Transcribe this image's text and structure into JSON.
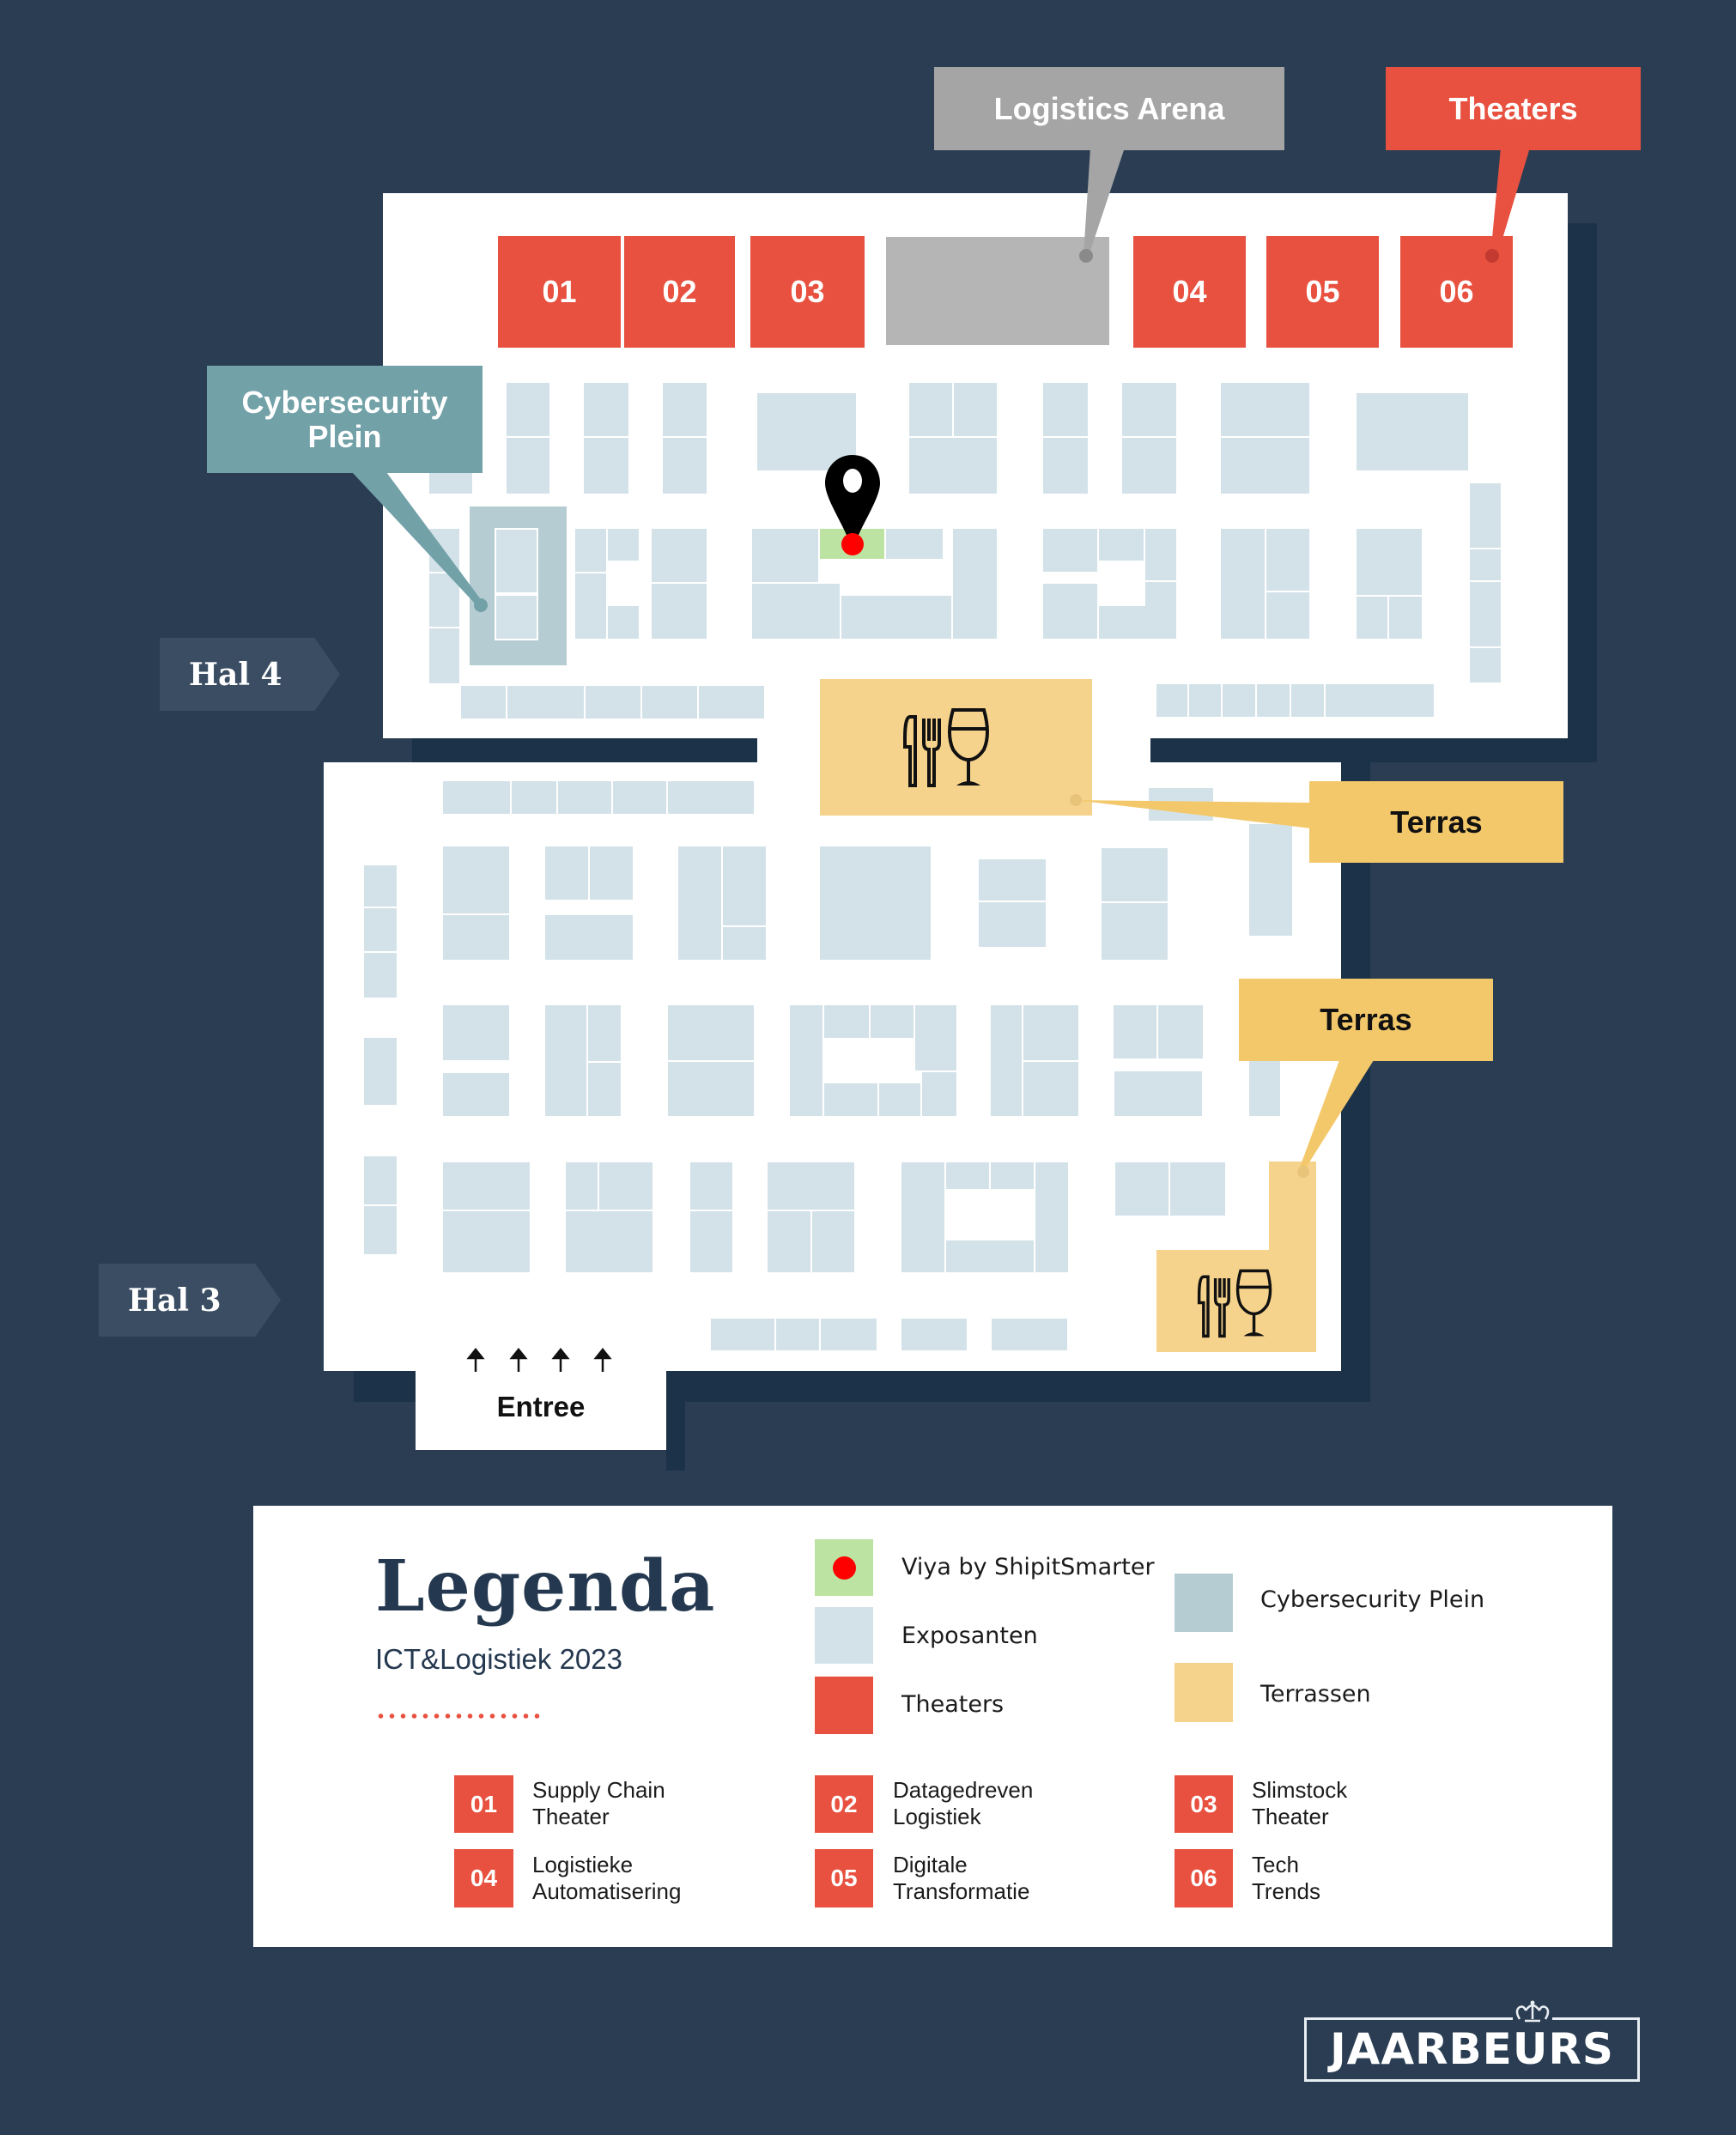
{
  "map": {
    "halls": [
      {
        "id": "hal4",
        "label": "Hal 4"
      },
      {
        "id": "hal3",
        "label": "Hal 3"
      }
    ],
    "theaters": [
      {
        "number": "01"
      },
      {
        "number": "02"
      },
      {
        "number": "03"
      },
      {
        "number": "04"
      },
      {
        "number": "05"
      },
      {
        "number": "06"
      }
    ],
    "callouts": {
      "logistics_arena": "Logistics Arena",
      "theaters": "Theaters",
      "cybersecurity_line1": "Cybersecurity",
      "cybersecurity_line2": "Plein",
      "terras_1": "Terras",
      "terras_2": "Terras"
    },
    "entrance": "Entree",
    "location_marker": "Viya by ShipitSmarter",
    "colors": {
      "background": "#2a3d52",
      "exhibitor": "#d3e2e9",
      "theater": "#e85140",
      "arena": "#b5b5b5",
      "cybersecurity": "#b5cdd2",
      "terras": "#f6d38c",
      "highlight": "#bde3a3",
      "marker_dot": "#ff0000"
    }
  },
  "legend": {
    "title": "Legenda",
    "subtitle": "ICT&Logistiek 2023",
    "items": [
      {
        "label": "Viya by ShipitSmarter",
        "color": "#bde3a3",
        "has_dot": true
      },
      {
        "label": "Exposanten",
        "color": "#d3e2e9"
      },
      {
        "label": "Theaters",
        "color": "#e85140"
      },
      {
        "label": "Cybersecurity Plein",
        "color": "#b5cdd2"
      },
      {
        "label": "Terrassen",
        "color": "#f6d38c"
      }
    ],
    "theaters": [
      {
        "number": "01",
        "line1": "Supply Chain",
        "line2": "Theater"
      },
      {
        "number": "02",
        "line1": "Datagedreven",
        "line2": "Logistiek"
      },
      {
        "number": "03",
        "line1": "Slimstock",
        "line2": "Theater"
      },
      {
        "number": "04",
        "line1": "Logistieke",
        "line2": "Automatisering"
      },
      {
        "number": "05",
        "line1": "Digitale",
        "line2": "Transformatie"
      },
      {
        "number": "06",
        "line1": "Tech",
        "line2": "Trends"
      }
    ]
  },
  "brand": {
    "logo_text": "JAARBEURS"
  }
}
